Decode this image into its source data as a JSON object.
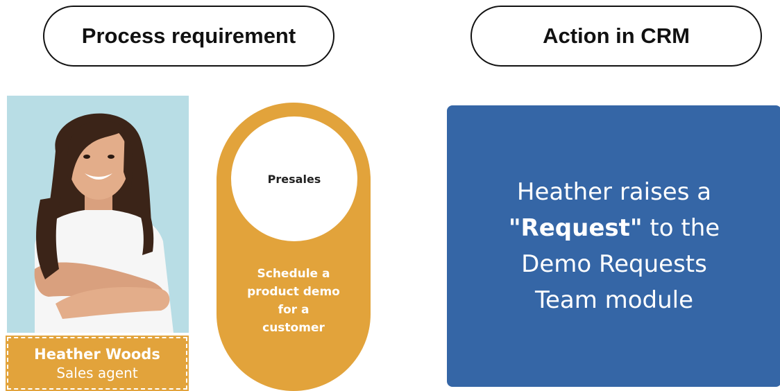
{
  "headers": {
    "left": "Process requirement",
    "right": "Action in CRM"
  },
  "person": {
    "name": "Heather Woods",
    "role": "Sales agent"
  },
  "capsule": {
    "title": "Presales",
    "lines": [
      "Schedule a",
      "product demo",
      "for a",
      "customer"
    ]
  },
  "action": {
    "line1": "Heather raises a",
    "line2_bold": "\"Request\"",
    "line2_rest": " to the",
    "line3": "Demo Requests",
    "line4": "Team module"
  },
  "colors": {
    "accent_orange": "#e2a33b",
    "action_blue": "#3566a6",
    "photo_bg": "#b8dde5"
  }
}
